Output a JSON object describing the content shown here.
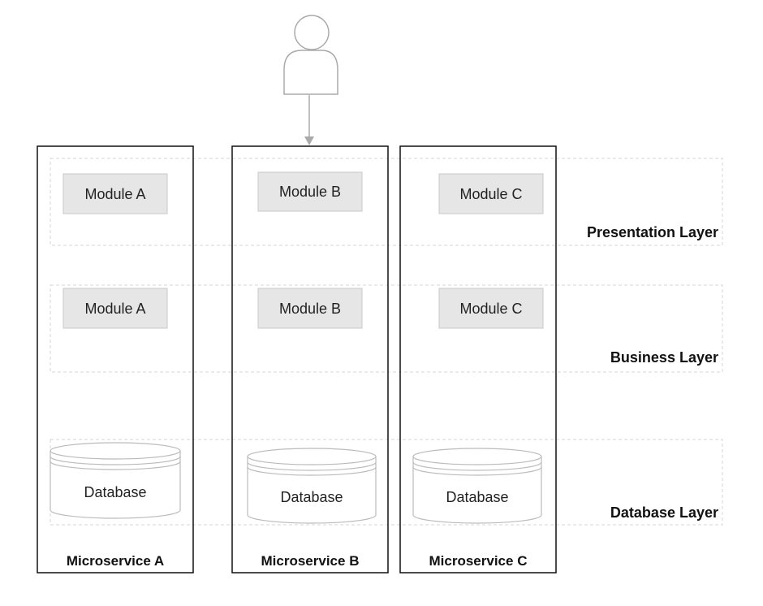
{
  "user": {
    "icon": "person-icon"
  },
  "layers": {
    "presentation": "Presentation Layer",
    "business": "Business Layer",
    "database": "Database Layer"
  },
  "microservices": [
    {
      "name": "Microservice A",
      "presentation_module": "Module A",
      "business_module": "Module A",
      "database": "Database"
    },
    {
      "name": "Microservice B",
      "presentation_module": "Module B",
      "business_module": "Module B",
      "database": "Database"
    },
    {
      "name": "Microservice C",
      "presentation_module": "Module C",
      "business_module": "Module C",
      "database": "Database"
    }
  ],
  "colors": {
    "module_fill": "#e6e6e6",
    "module_stroke": "#c8c8c8",
    "layer_dash": "#d4d4d4",
    "service_border": "#111111",
    "icon_stroke": "#aaaaaa"
  }
}
